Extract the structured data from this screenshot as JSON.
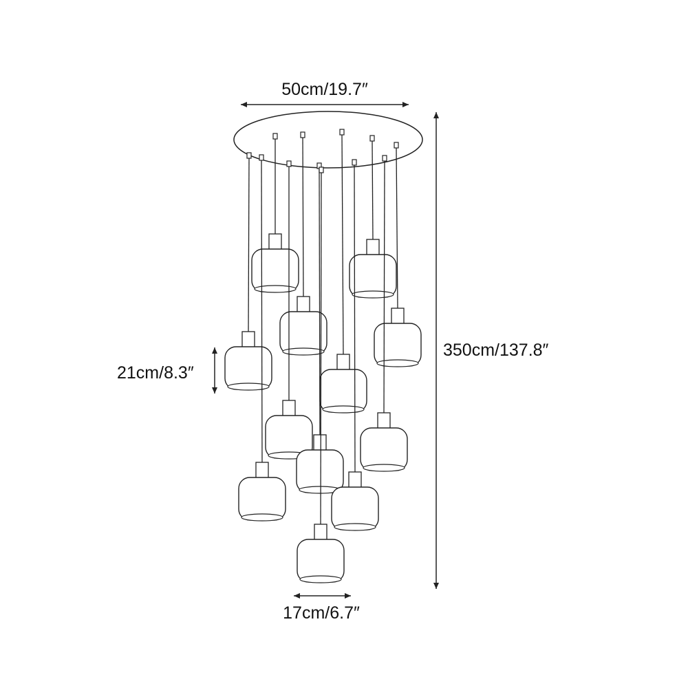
{
  "dimensions": {
    "canopy_width": "50cm/19.7″",
    "total_height": "350cm/137.8″",
    "shade_height": "21cm/8.3″",
    "shade_width": "17cm/6.7″"
  },
  "colors": {
    "line": "#222222",
    "background": "#ffffff"
  },
  "pendants": [
    {
      "name": "pendant-1"
    },
    {
      "name": "pendant-2"
    },
    {
      "name": "pendant-3"
    },
    {
      "name": "pendant-4"
    },
    {
      "name": "pendant-5"
    },
    {
      "name": "pendant-6"
    },
    {
      "name": "pendant-7"
    },
    {
      "name": "pendant-8"
    },
    {
      "name": "pendant-9"
    },
    {
      "name": "pendant-10"
    },
    {
      "name": "pendant-11"
    },
    {
      "name": "pendant-12"
    }
  ]
}
